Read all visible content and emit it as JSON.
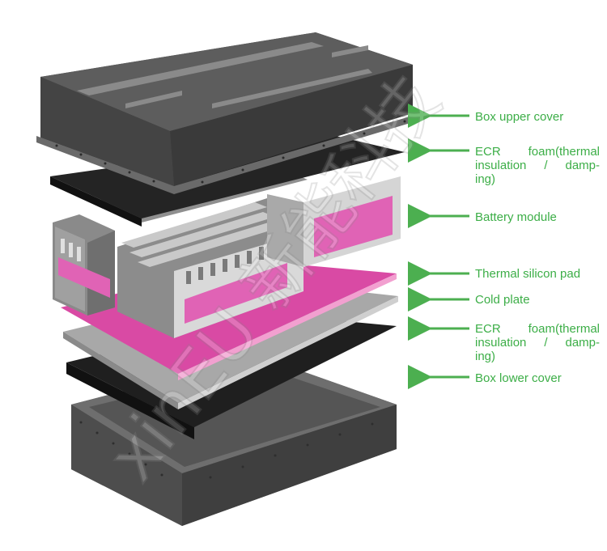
{
  "labels": {
    "box_upper_cover": "Box upper cover",
    "ecr_foam_top": [
      "ECR  foam(thermal",
      "insulation  /  damp-",
      "ing)"
    ],
    "battery_module": "Battery module",
    "thermal_silicon_pad": "Thermal silicon pad",
    "cold_plate": "Cold plate",
    "ecr_foam_bottom": [
      "ECR  foam(thermal",
      "insulation  /  damp-",
      "ing)"
    ],
    "box_lower_cover": "Box lower cover"
  },
  "watermark": {
    "text": "xinEU 新能科技"
  },
  "colors": {
    "label_green": "#3cae47",
    "arrow_green": "#4caf50",
    "pink": "#e85fb0",
    "dark_gray": "#4a4a4a",
    "black_sheet": "#2a2a2a",
    "light_gray": "#bfbfbf"
  }
}
